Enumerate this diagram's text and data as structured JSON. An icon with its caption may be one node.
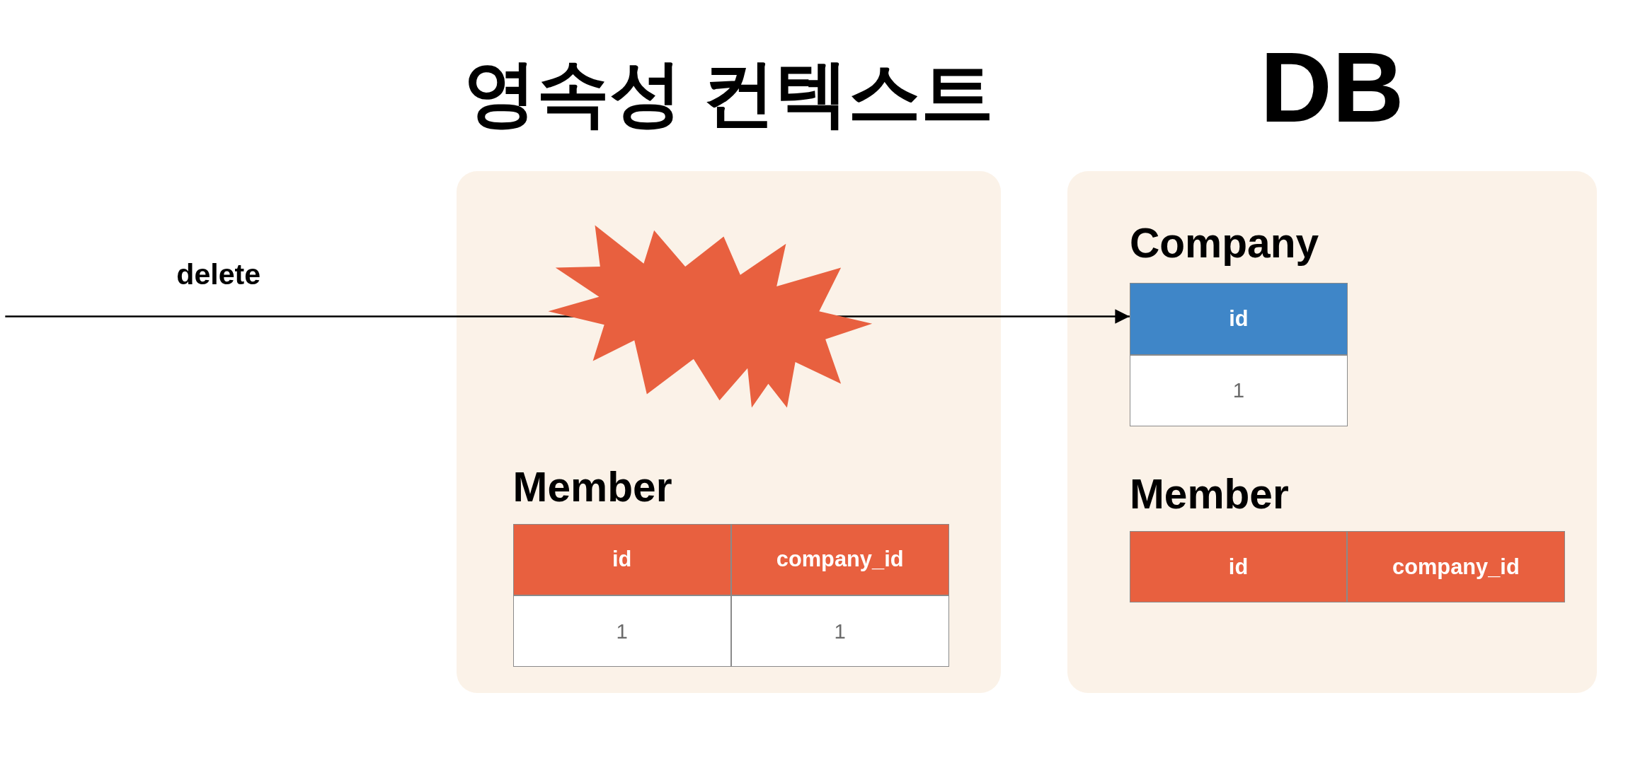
{
  "diagram": {
    "nodes": [
      {
        "text": [
          "영속성 컨텍스트"
        ]
      },
      {
        "text": [
          "DB"
        ]
      },
      {
        "text": [
          "Member",
          "id",
          "company_id",
          "1",
          "1"
        ],
        "in": 0
      },
      {
        "text": [
          "Company",
          "id",
          "1"
        ],
        "in": 1
      },
      {
        "text": [
          "Member",
          "id",
          "company_id"
        ],
        "in": 1
      }
    ],
    "edges": [
      {
        "from": null,
        "to": 3,
        "arrow": "to",
        "label": "delete"
      }
    ]
  }
}
